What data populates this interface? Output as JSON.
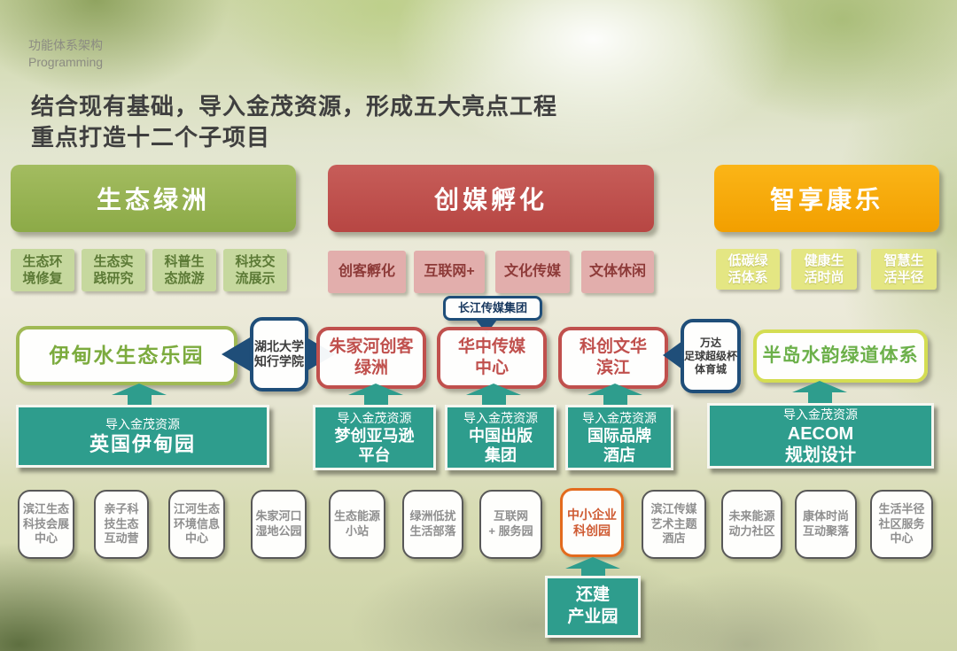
{
  "page": {
    "eyebrow_cn": "功能体系架构",
    "eyebrow_en": "Programming",
    "title_line1": "结合现有基础，导入金茂资源，形成五大亮点工程",
    "title_line2": "重点打造十二个子项目"
  },
  "colors": {
    "pillar_green": "#8caa47",
    "pillar_red": "#b74643",
    "pillar_amber": "#f29f00",
    "sub_green": "#c6d89e",
    "sub_pink": "#e2aeac",
    "sub_yellow": "#e4e683",
    "teal": "#2e9d8d",
    "navy": "#1f4e79",
    "node_red": "#c0504d",
    "node_olive_border": "#a0b954",
    "node_lime_border": "#d4dd52",
    "project_orange": "#e36b1e"
  },
  "pillars": [
    {
      "title": "生态绿洲",
      "subs": [
        "生态环\n境修复",
        "生态实\n践研究",
        "科普生\n态旅游",
        "科技交\n流展示"
      ]
    },
    {
      "title": "创媒孵化",
      "subs": [
        "创客孵化",
        "互联网+",
        "文化传媒",
        "文体休闲"
      ]
    },
    {
      "title": "智享康乐",
      "subs": [
        "低碳绿\n活体系",
        "健康生\n活时尚",
        "智慧生\n活半径"
      ]
    }
  ],
  "anchors": {
    "eden_park": "伊甸水生态乐园",
    "hubei_univ": "湖北大学\n知行学院",
    "zhujiahe_oasis": "朱家河创客\n绿洲",
    "huazhong_media": "华中传媒\n中心",
    "kechuang_binjiang": "科创文华\n滨江",
    "changjiang_media": "长江传媒集团",
    "wanda_sports": "万达\n足球超级杯\n体育城",
    "bandao_greenway": "半岛水韵绿道体系"
  },
  "resources": [
    {
      "tag": "导入金茂资源",
      "name": "英国伊甸园"
    },
    {
      "tag": "导入金茂资源",
      "name": "梦创亚马逊\n平台"
    },
    {
      "tag": "导入金茂资源",
      "name": "中国出版\n集团"
    },
    {
      "tag": "导入金茂资源",
      "name": "国际品牌\n酒店"
    },
    {
      "tag": "导入金茂资源",
      "name": "AECOM\n规划设计"
    }
  ],
  "projects": [
    "滨江生态\n科技会展\n中心",
    "亲子科\n技生态\n互动营",
    "江河生态\n环境信息\n中心",
    "朱家河口\n湿地公园",
    "生态能源\n小站",
    "绿洲低扰\n生活部落",
    "互联网\n+ 服务园",
    "中小企业\n科创园",
    "滨江传媒\n艺术主题\n酒店",
    "未来能源\n动力社区",
    "康体时尚\n互动聚落",
    "生活半径\n社区服务\n中心"
  ],
  "huanjian": "还建\n产业园"
}
